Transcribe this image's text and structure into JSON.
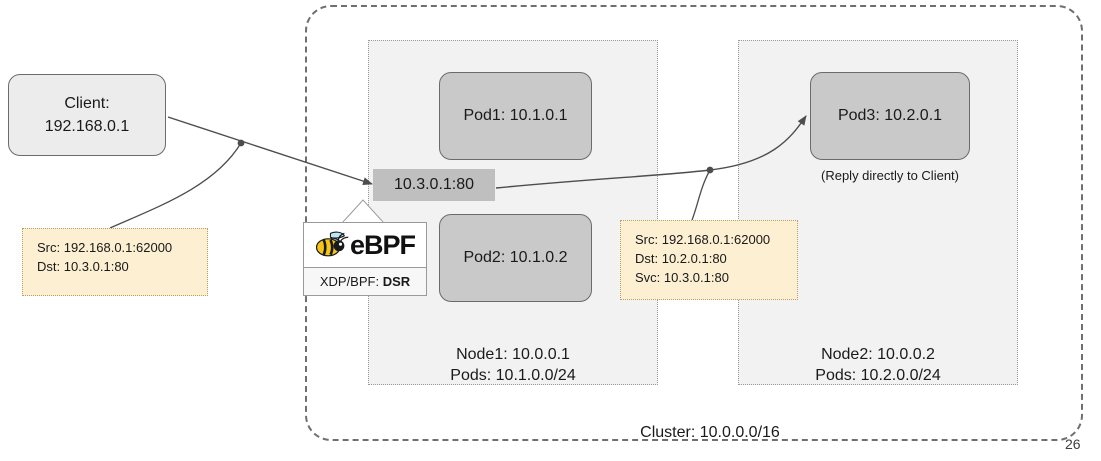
{
  "cluster": {
    "label": "Cluster: 10.0.0.0/16"
  },
  "client": {
    "line1": "Client:",
    "line2": "192.168.0.1"
  },
  "service": {
    "vip": "10.3.0.1:80"
  },
  "ebpf": {
    "logo_text": "eBPF",
    "mode_prefix": "XDP/BPF: ",
    "mode_value": "DSR",
    "icon": "bee-icon"
  },
  "nodes": [
    {
      "id": "node1",
      "line1": "Node1: 10.0.0.1",
      "line2": "Pods: 10.1.0.0/24",
      "pods": [
        {
          "id": "pod1",
          "label": "Pod1: 10.1.0.1"
        },
        {
          "id": "pod2",
          "label": "Pod2: 10.1.0.2"
        }
      ]
    },
    {
      "id": "node2",
      "line1": "Node2: 10.0.0.2",
      "line2": "Pods: 10.2.0.0/24",
      "pods": [
        {
          "id": "pod3",
          "label": "Pod3: 10.2.0.1"
        }
      ],
      "note": "(Reply directly to Client)"
    }
  ],
  "packets": {
    "request": {
      "src": "Src: 192.168.0.1:62000",
      "dst": "Dst: 10.3.0.1:80"
    },
    "reply": {
      "src": "Src: 192.168.0.1:62000",
      "dst": "Dst: 10.2.0.1:80",
      "svc": "Svc: 10.3.0.1:80"
    }
  },
  "slide": {
    "page_number": "26"
  },
  "colors": {
    "pod_fill": "#c9c9c9",
    "node_fill": "#f2f2f2",
    "service_fill": "#bfbfbf",
    "note_fill": "#fcefd2",
    "note_border": "#b8a06a",
    "client_fill": "#ececec",
    "line": "#4d4d4d"
  }
}
